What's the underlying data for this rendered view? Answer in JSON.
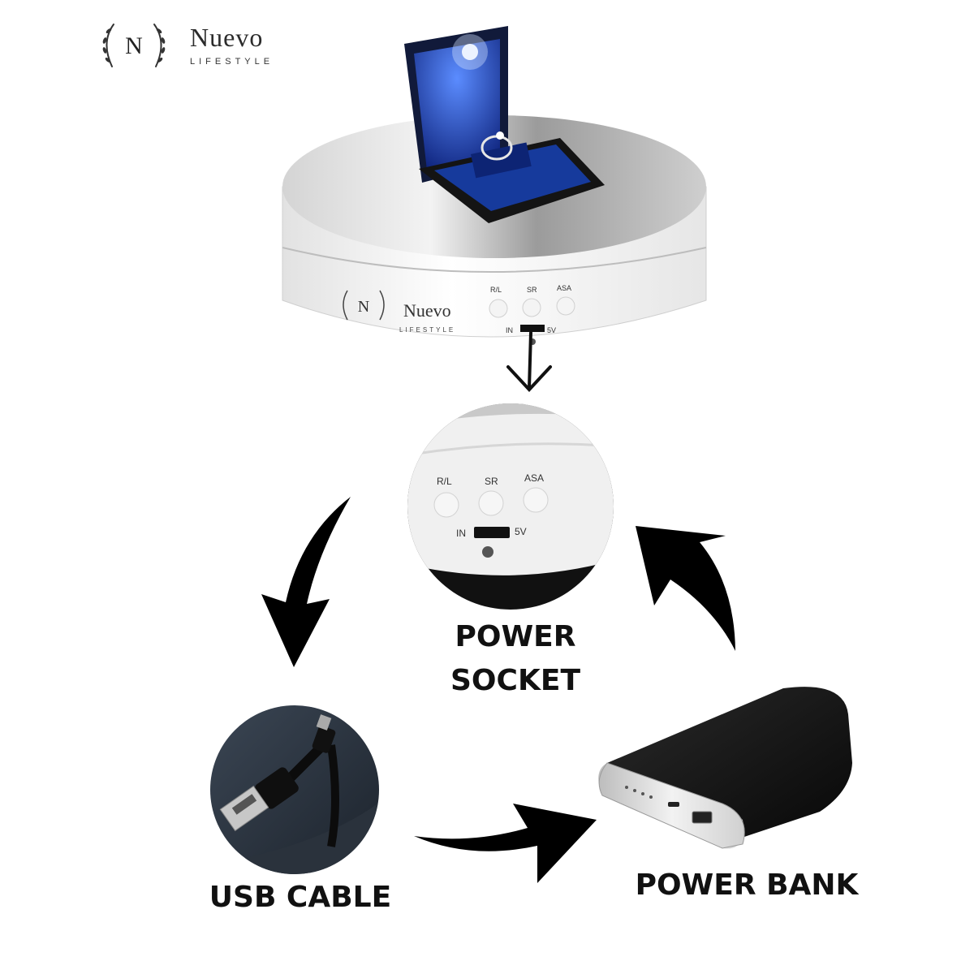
{
  "brand": {
    "initial": "N",
    "name": "Nuevo",
    "tagline": "LIFESTYLE"
  },
  "device": {
    "brand_initial": "N",
    "brand_name": "Nuevo",
    "brand_tagline": "LIFESTYLE",
    "buttons": [
      "R/L",
      "SR",
      "ASA"
    ],
    "port_in": "IN",
    "port_volt": "5V"
  },
  "closeup": {
    "buttons": [
      "R/L",
      "SR",
      "ASA"
    ],
    "port_in": "IN",
    "port_volt": "5V"
  },
  "labels": {
    "socket_line1": "POWER",
    "socket_line2": "SOCKET",
    "usb": "USB CABLE",
    "bank": "POWER BANK"
  },
  "colors": {
    "background": "#ffffff",
    "text": "#111111",
    "box_light": "#2f5fd6",
    "powerbank_body": "#151515",
    "powerbank_cap": "#d9d9d9"
  },
  "icons": [
    "laurel-wreath-icon",
    "down-arrow-icon",
    "curved-arrow-icon"
  ]
}
